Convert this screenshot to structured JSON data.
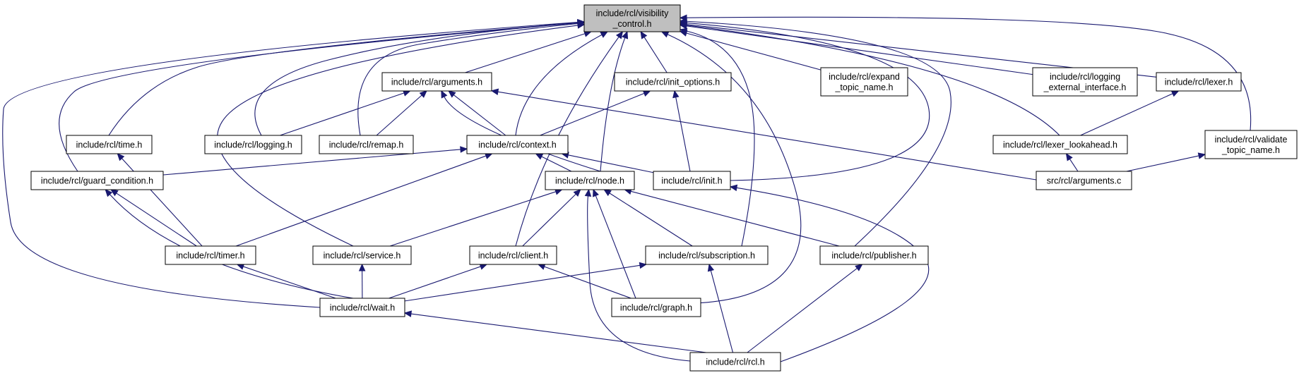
{
  "nodes": [
    {
      "id": "visibility_control",
      "lines": [
        "include/rcl/visibility",
        "_control.h"
      ],
      "root": true
    },
    {
      "id": "arguments_h",
      "lines": [
        "include/rcl/arguments.h"
      ]
    },
    {
      "id": "init_options",
      "lines": [
        "include/rcl/init_options.h"
      ]
    },
    {
      "id": "expand",
      "lines": [
        "include/rcl/expand",
        "_topic_name.h"
      ]
    },
    {
      "id": "logging_ext",
      "lines": [
        "include/rcl/logging",
        "_external_interface.h"
      ]
    },
    {
      "id": "lexer",
      "lines": [
        "include/rcl/lexer.h"
      ]
    },
    {
      "id": "time",
      "lines": [
        "include/rcl/time.h"
      ]
    },
    {
      "id": "logging",
      "lines": [
        "include/rcl/logging.h"
      ]
    },
    {
      "id": "remap",
      "lines": [
        "include/rcl/remap.h"
      ]
    },
    {
      "id": "context",
      "lines": [
        "include/rcl/context.h"
      ]
    },
    {
      "id": "lexer_lookahead",
      "lines": [
        "include/rcl/lexer_lookahead.h"
      ]
    },
    {
      "id": "validate",
      "lines": [
        "include/rcl/validate",
        "_topic_name.h"
      ]
    },
    {
      "id": "guard",
      "lines": [
        "include/rcl/guard_condition.h"
      ]
    },
    {
      "id": "node",
      "lines": [
        "include/rcl/node.h"
      ]
    },
    {
      "id": "init",
      "lines": [
        "include/rcl/init.h"
      ]
    },
    {
      "id": "arguments_c",
      "lines": [
        "src/rcl/arguments.c"
      ]
    },
    {
      "id": "timer",
      "lines": [
        "include/rcl/timer.h"
      ]
    },
    {
      "id": "service",
      "lines": [
        "include/rcl/service.h"
      ]
    },
    {
      "id": "client",
      "lines": [
        "include/rcl/client.h"
      ]
    },
    {
      "id": "subscription",
      "lines": [
        "include/rcl/subscription.h"
      ]
    },
    {
      "id": "publisher",
      "lines": [
        "include/rcl/publisher.h"
      ]
    },
    {
      "id": "wait",
      "lines": [
        "include/rcl/wait.h"
      ]
    },
    {
      "id": "graph",
      "lines": [
        "include/rcl/graph.h"
      ]
    },
    {
      "id": "rcl",
      "lines": [
        "include/rcl/rcl.h"
      ]
    }
  ],
  "edges": [
    [
      "arguments_h",
      "visibility_control"
    ],
    [
      "init_options",
      "visibility_control"
    ],
    [
      "expand",
      "visibility_control"
    ],
    [
      "logging_ext",
      "visibility_control"
    ],
    [
      "lexer",
      "visibility_control"
    ],
    [
      "time",
      "visibility_control"
    ],
    [
      "logging",
      "visibility_control"
    ],
    [
      "remap",
      "visibility_control"
    ],
    [
      "context",
      "visibility_control"
    ],
    [
      "lexer_lookahead",
      "visibility_control"
    ],
    [
      "validate",
      "visibility_control"
    ],
    [
      "guard",
      "visibility_control"
    ],
    [
      "node",
      "visibility_control"
    ],
    [
      "init",
      "visibility_control"
    ],
    [
      "service",
      "visibility_control"
    ],
    [
      "client",
      "visibility_control"
    ],
    [
      "subscription",
      "visibility_control"
    ],
    [
      "publisher",
      "visibility_control"
    ],
    [
      "wait",
      "visibility_control"
    ],
    [
      "graph",
      "visibility_control"
    ],
    [
      "logging",
      "arguments_h"
    ],
    [
      "remap",
      "arguments_h"
    ],
    [
      "context",
      "arguments_h"
    ],
    [
      "node",
      "arguments_h"
    ],
    [
      "arguments_c",
      "arguments_h"
    ],
    [
      "context",
      "init_options"
    ],
    [
      "init",
      "init_options"
    ],
    [
      "lexer_lookahead",
      "lexer"
    ],
    [
      "timer",
      "time"
    ],
    [
      "guard",
      "context"
    ],
    [
      "node",
      "context"
    ],
    [
      "init",
      "context"
    ],
    [
      "timer",
      "context"
    ],
    [
      "arguments_c",
      "lexer_lookahead"
    ],
    [
      "arguments_c",
      "validate"
    ],
    [
      "timer",
      "guard"
    ],
    [
      "wait",
      "guard"
    ],
    [
      "service",
      "node"
    ],
    [
      "client",
      "node"
    ],
    [
      "subscription",
      "node"
    ],
    [
      "publisher",
      "node"
    ],
    [
      "graph",
      "node"
    ],
    [
      "rcl",
      "node"
    ],
    [
      "rcl",
      "init"
    ],
    [
      "wait",
      "timer"
    ],
    [
      "wait",
      "service"
    ],
    [
      "wait",
      "client"
    ],
    [
      "graph",
      "client"
    ],
    [
      "wait",
      "subscription"
    ],
    [
      "rcl",
      "subscription"
    ],
    [
      "rcl",
      "publisher"
    ],
    [
      "rcl",
      "wait"
    ]
  ]
}
